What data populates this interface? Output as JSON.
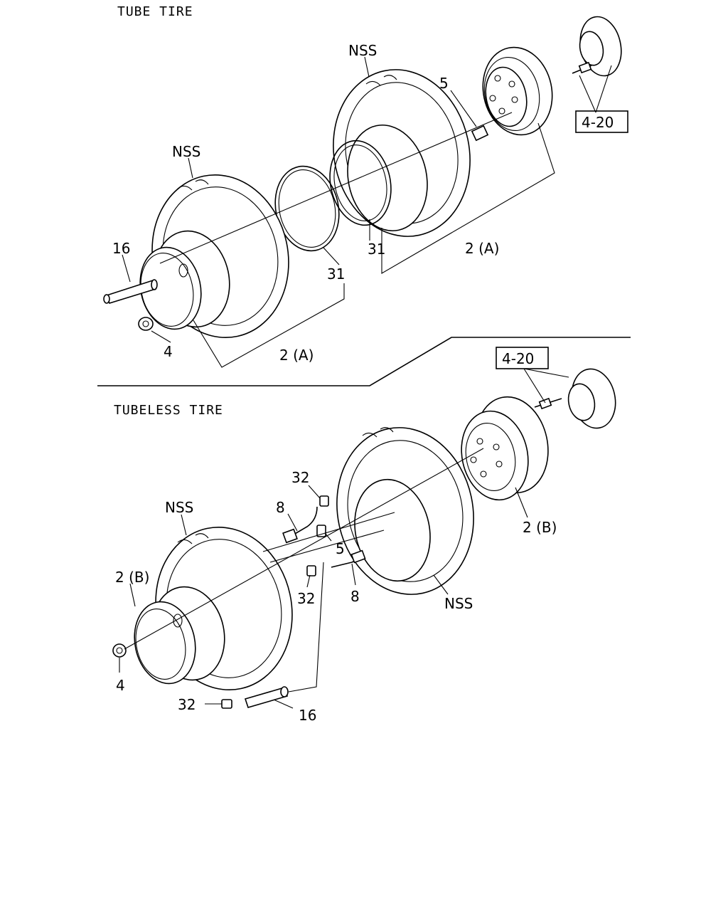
{
  "sections": {
    "tube": {
      "title": "TUBE TIRE"
    },
    "tubeless": {
      "title": "TUBELESS TIRE"
    }
  },
  "labels": {
    "nss_tube_rear": "NSS",
    "nss_tube_front": "NSS",
    "nss_tubeless_front": "NSS",
    "nss_tubeless_rear": "NSS",
    "part_5_tube": "5",
    "part_16_tube": "16",
    "part_4_tube": "4",
    "part_31_flap": "31",
    "part_31_ring": "31",
    "part_2a_left": "2 (A)",
    "part_2a_right": "2 (A)",
    "ref_4_20_top": "4-20",
    "ref_4_20_bottom": "4-20",
    "part_32_top": "32",
    "part_8_top": "8",
    "part_5_tubeless": "5",
    "part_32_mid": "32",
    "part_8_mid": "8",
    "part_2b_left": "2 (B)",
    "part_2b_right": "2 (B)",
    "part_4_tubeless": "4",
    "part_32_bottom": "32",
    "part_16_tubeless": "16"
  }
}
